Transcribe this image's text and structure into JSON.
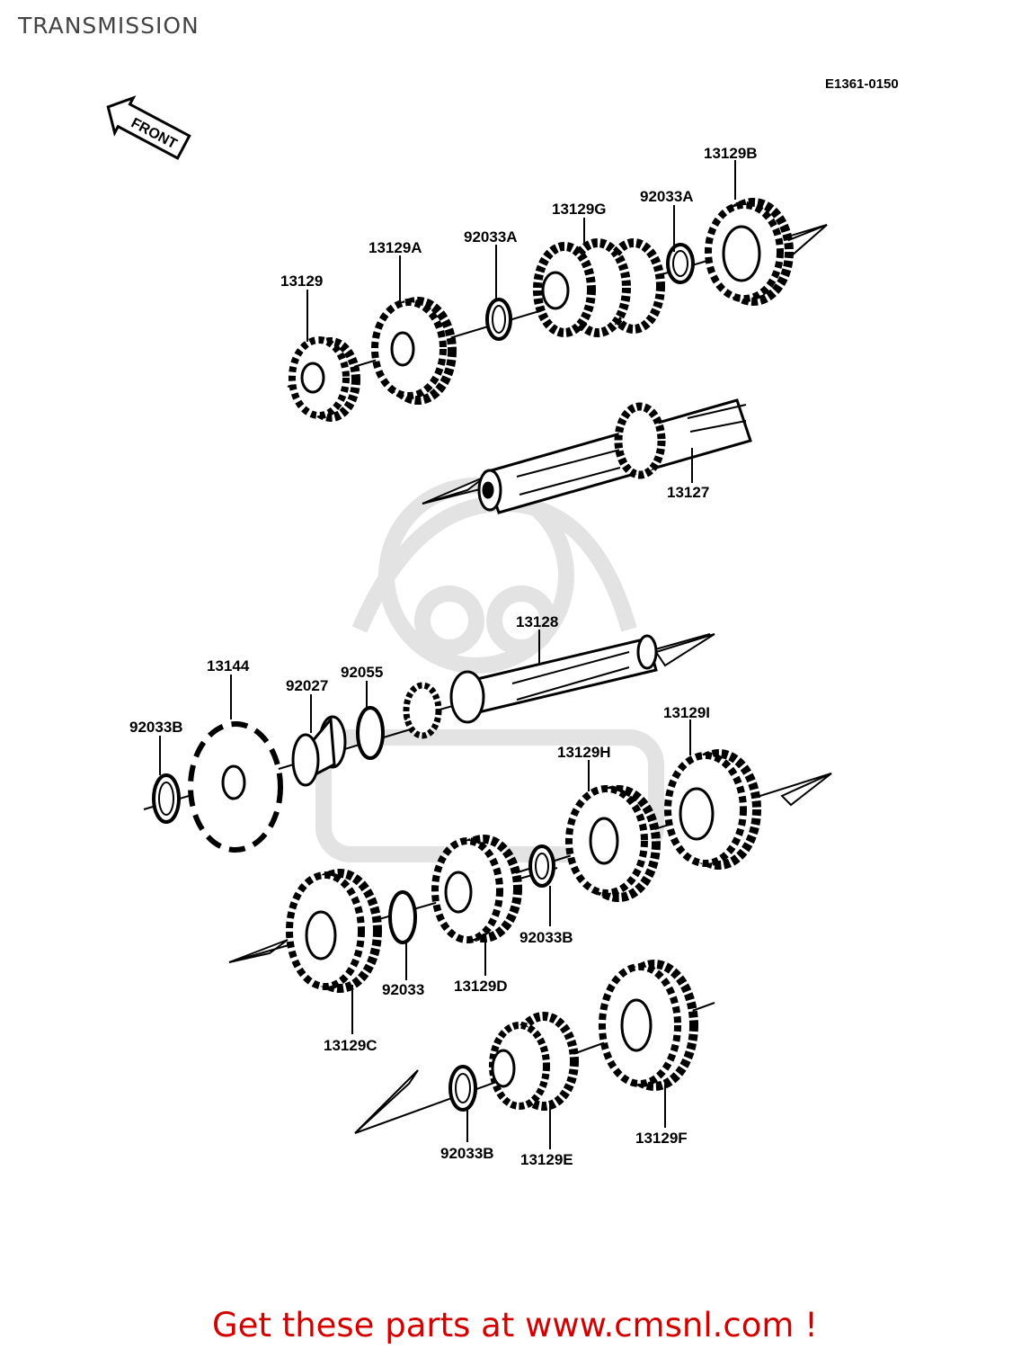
{
  "page": {
    "title": "TRANSMISSION",
    "diagram_code": "E1361-0150",
    "front_label": "FRONT",
    "footer_link_text": "Get these parts at www.cmsnl.com !"
  },
  "parts": [
    {
      "id": "p_13129B",
      "label": "13129B"
    },
    {
      "id": "p_13129G",
      "label": "13129G"
    },
    {
      "id": "p_92033A_r",
      "label": "92033A"
    },
    {
      "id": "p_92033A_l",
      "label": "92033A"
    },
    {
      "id": "p_13129A",
      "label": "13129A"
    },
    {
      "id": "p_13129",
      "label": "13129"
    },
    {
      "id": "p_13127",
      "label": "13127"
    },
    {
      "id": "p_13128",
      "label": "13128"
    },
    {
      "id": "p_13144",
      "label": "13144"
    },
    {
      "id": "p_92027",
      "label": "92027"
    },
    {
      "id": "p_92055",
      "label": "92055"
    },
    {
      "id": "p_92033B_l",
      "label": "92033B"
    },
    {
      "id": "p_13129I",
      "label": "13129I"
    },
    {
      "id": "p_13129H",
      "label": "13129H"
    },
    {
      "id": "p_92033B_m",
      "label": "92033B"
    },
    {
      "id": "p_92033",
      "label": "92033"
    },
    {
      "id": "p_13129D",
      "label": "13129D"
    },
    {
      "id": "p_13129C",
      "label": "13129C"
    },
    {
      "id": "p_92033B_b",
      "label": "92033B"
    },
    {
      "id": "p_13129E",
      "label": "13129E"
    },
    {
      "id": "p_13129F",
      "label": "13129F"
    }
  ],
  "colors": {
    "footer_link": "#d40000",
    "watermark": "#e3e3e3"
  }
}
